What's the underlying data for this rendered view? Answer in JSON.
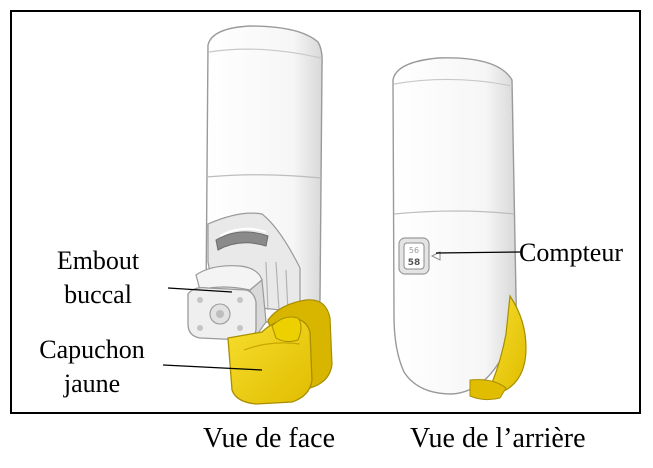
{
  "labels": {
    "mouthpiece_line1": "Embout",
    "mouthpiece_line2": "buccal",
    "cap_line1": "Capuchon",
    "cap_line2": "jaune",
    "counter": "Compteur",
    "counter_digit_top": "56",
    "counter_digit_bottom": "58"
  },
  "captions": {
    "front": "Vue de face",
    "back": "Vue de l’arrière"
  },
  "colors": {
    "cap_yellow": "#f2cf12",
    "cap_yellow_dark": "#c9a800",
    "body_white": "#ffffff",
    "outline": "#9a9a9a",
    "shade": "#dcdcdc"
  }
}
